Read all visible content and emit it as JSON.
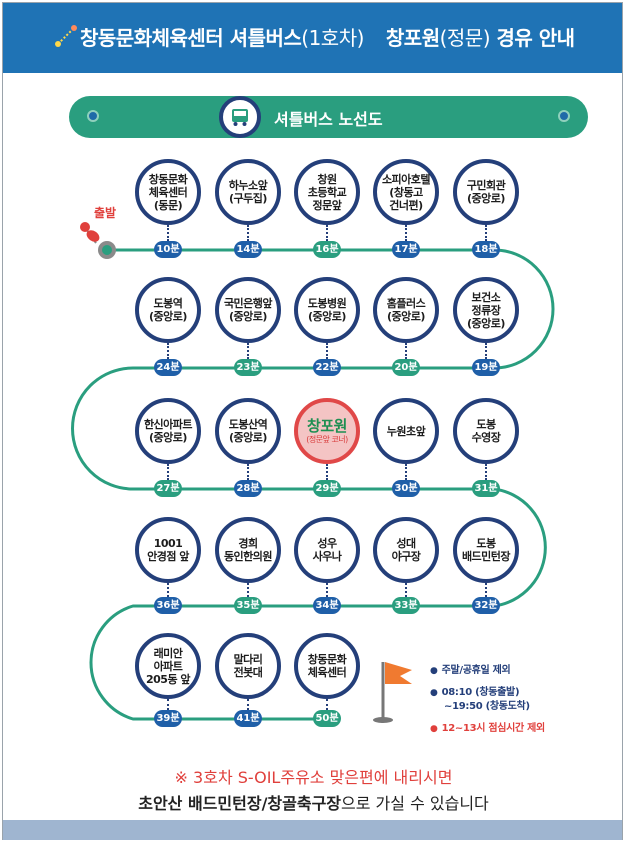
{
  "header": {
    "title_part1": "창동문화체육센터 셔틀버스",
    "title_paren": "(1호차)",
    "title_part2": "창포원",
    "title_paren2": "(정문)",
    "title_part3": " 경유 안내"
  },
  "route_bar": {
    "title": "셔틀버스 노선도"
  },
  "start_label": "출발",
  "rows": [
    [
      {
        "name": "창동문화\n체육센터\n(동문)",
        "time": "10분"
      },
      {
        "name": "하누소앞\n(구두집)",
        "time": "14분"
      },
      {
        "name": "창원\n초등학교\n정문앞",
        "time": "16분"
      },
      {
        "name": "소피아호텔\n(창동고\n건너편)",
        "time": "17분"
      },
      {
        "name": "구민회관\n(중앙로)",
        "time": "18분"
      }
    ],
    [
      {
        "name": "도봉역\n(중앙로)",
        "time": "24분"
      },
      {
        "name": "국민은행앞\n(중앙로)",
        "time": "23분"
      },
      {
        "name": "도봉병원\n(중앙로)",
        "time": "22분"
      },
      {
        "name": "홈플러스\n(중앙로)",
        "time": "20분"
      },
      {
        "name": "보건소\n정류장\n(중앙로)",
        "time": "19분"
      }
    ],
    [
      {
        "name": "한신아파트\n(중앙로)",
        "time": "27분"
      },
      {
        "name": "도봉산역\n(중앙로)",
        "time": "28분"
      },
      {
        "name": "창포원",
        "sub": "(정문앞 코너)",
        "time": "29분",
        "highlight": true
      },
      {
        "name": "누원초앞",
        "time": "30분"
      },
      {
        "name": "도봉\n수영장",
        "time": "31분"
      }
    ],
    [
      {
        "name": "1001\n안경점 앞",
        "time": "36분"
      },
      {
        "name": "경희\n동인한의원",
        "time": "35분"
      },
      {
        "name": "성우\n사우나",
        "time": "34분"
      },
      {
        "name": "성대\n야구장",
        "time": "33분"
      },
      {
        "name": "도봉\n배드민턴장",
        "time": "32분"
      }
    ],
    [
      {
        "name": "래미안\n아파트\n205동 앞",
        "time": "39분"
      },
      {
        "name": "말다리\n전봇대",
        "time": "41분"
      },
      {
        "name": "창동문화\n체육센터",
        "time": "50분"
      }
    ]
  ],
  "info": [
    {
      "text": "주말/공휴일 제외",
      "bullet": "●",
      "color": "blue"
    },
    {
      "text": "08:10 (창동출발)",
      "bullet": "●",
      "color": "blue"
    },
    {
      "text": "~19:50 (창동도착)",
      "bullet": "",
      "color": "blue"
    },
    {
      "text": "12~13시 점심시간 제외",
      "bullet": "●",
      "color": "red"
    }
  ],
  "notice": {
    "line1": "※ 3호차 S-OIL주유소 맞은편에 내리시면",
    "line2_bold": "초안산 배드민턴장/창골축구장",
    "line2_rest": "으로 가실 수 있습니다"
  },
  "colors": {
    "header_bg": "#1f73b5",
    "route_green": "#2a9e7f",
    "stop_border": "#243f7a",
    "badge_blue": "#1f5fa8",
    "highlight_fill": "#f4c4c4",
    "highlight_border": "#e04848",
    "accent_red": "#e0403c",
    "flag_orange": "#f07a30"
  }
}
